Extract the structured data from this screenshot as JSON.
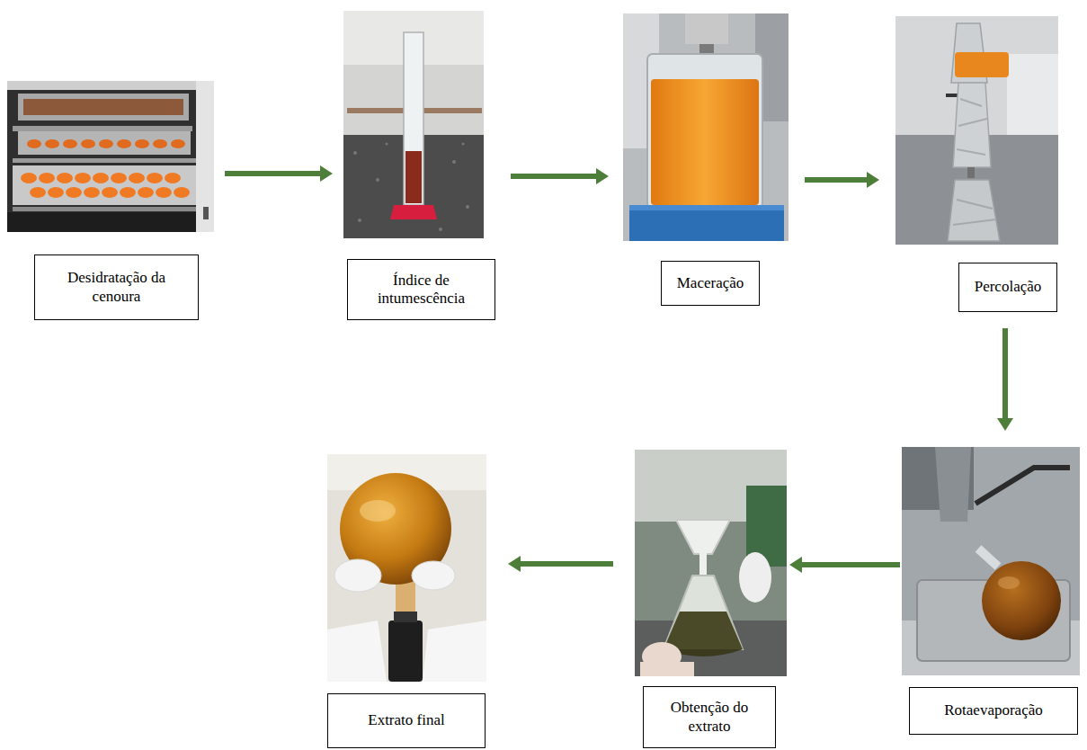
{
  "diagram": {
    "nodes": [
      {
        "text": [
          "Desidratação da cenoura"
        ]
      },
      {
        "text": [
          "Índice de intumescência"
        ]
      },
      {
        "text": [
          "Maceração"
        ]
      },
      {
        "text": [
          "Percolação"
        ]
      },
      {
        "text": [
          "Rotaevaporação"
        ]
      },
      {
        "text": [
          "Obtenção do extrato"
        ]
      },
      {
        "text": [
          "Extrato final"
        ]
      }
    ],
    "edges": [
      {
        "from": 0,
        "to": 1,
        "arrow": "to"
      },
      {
        "from": 1,
        "to": 2,
        "arrow": "to"
      },
      {
        "from": 2,
        "to": 3,
        "arrow": "to"
      },
      {
        "from": 3,
        "to": 4,
        "arrow": "to"
      },
      {
        "from": 4,
        "to": 5,
        "arrow": "to"
      },
      {
        "from": 5,
        "to": 6,
        "arrow": "to"
      }
    ]
  }
}
